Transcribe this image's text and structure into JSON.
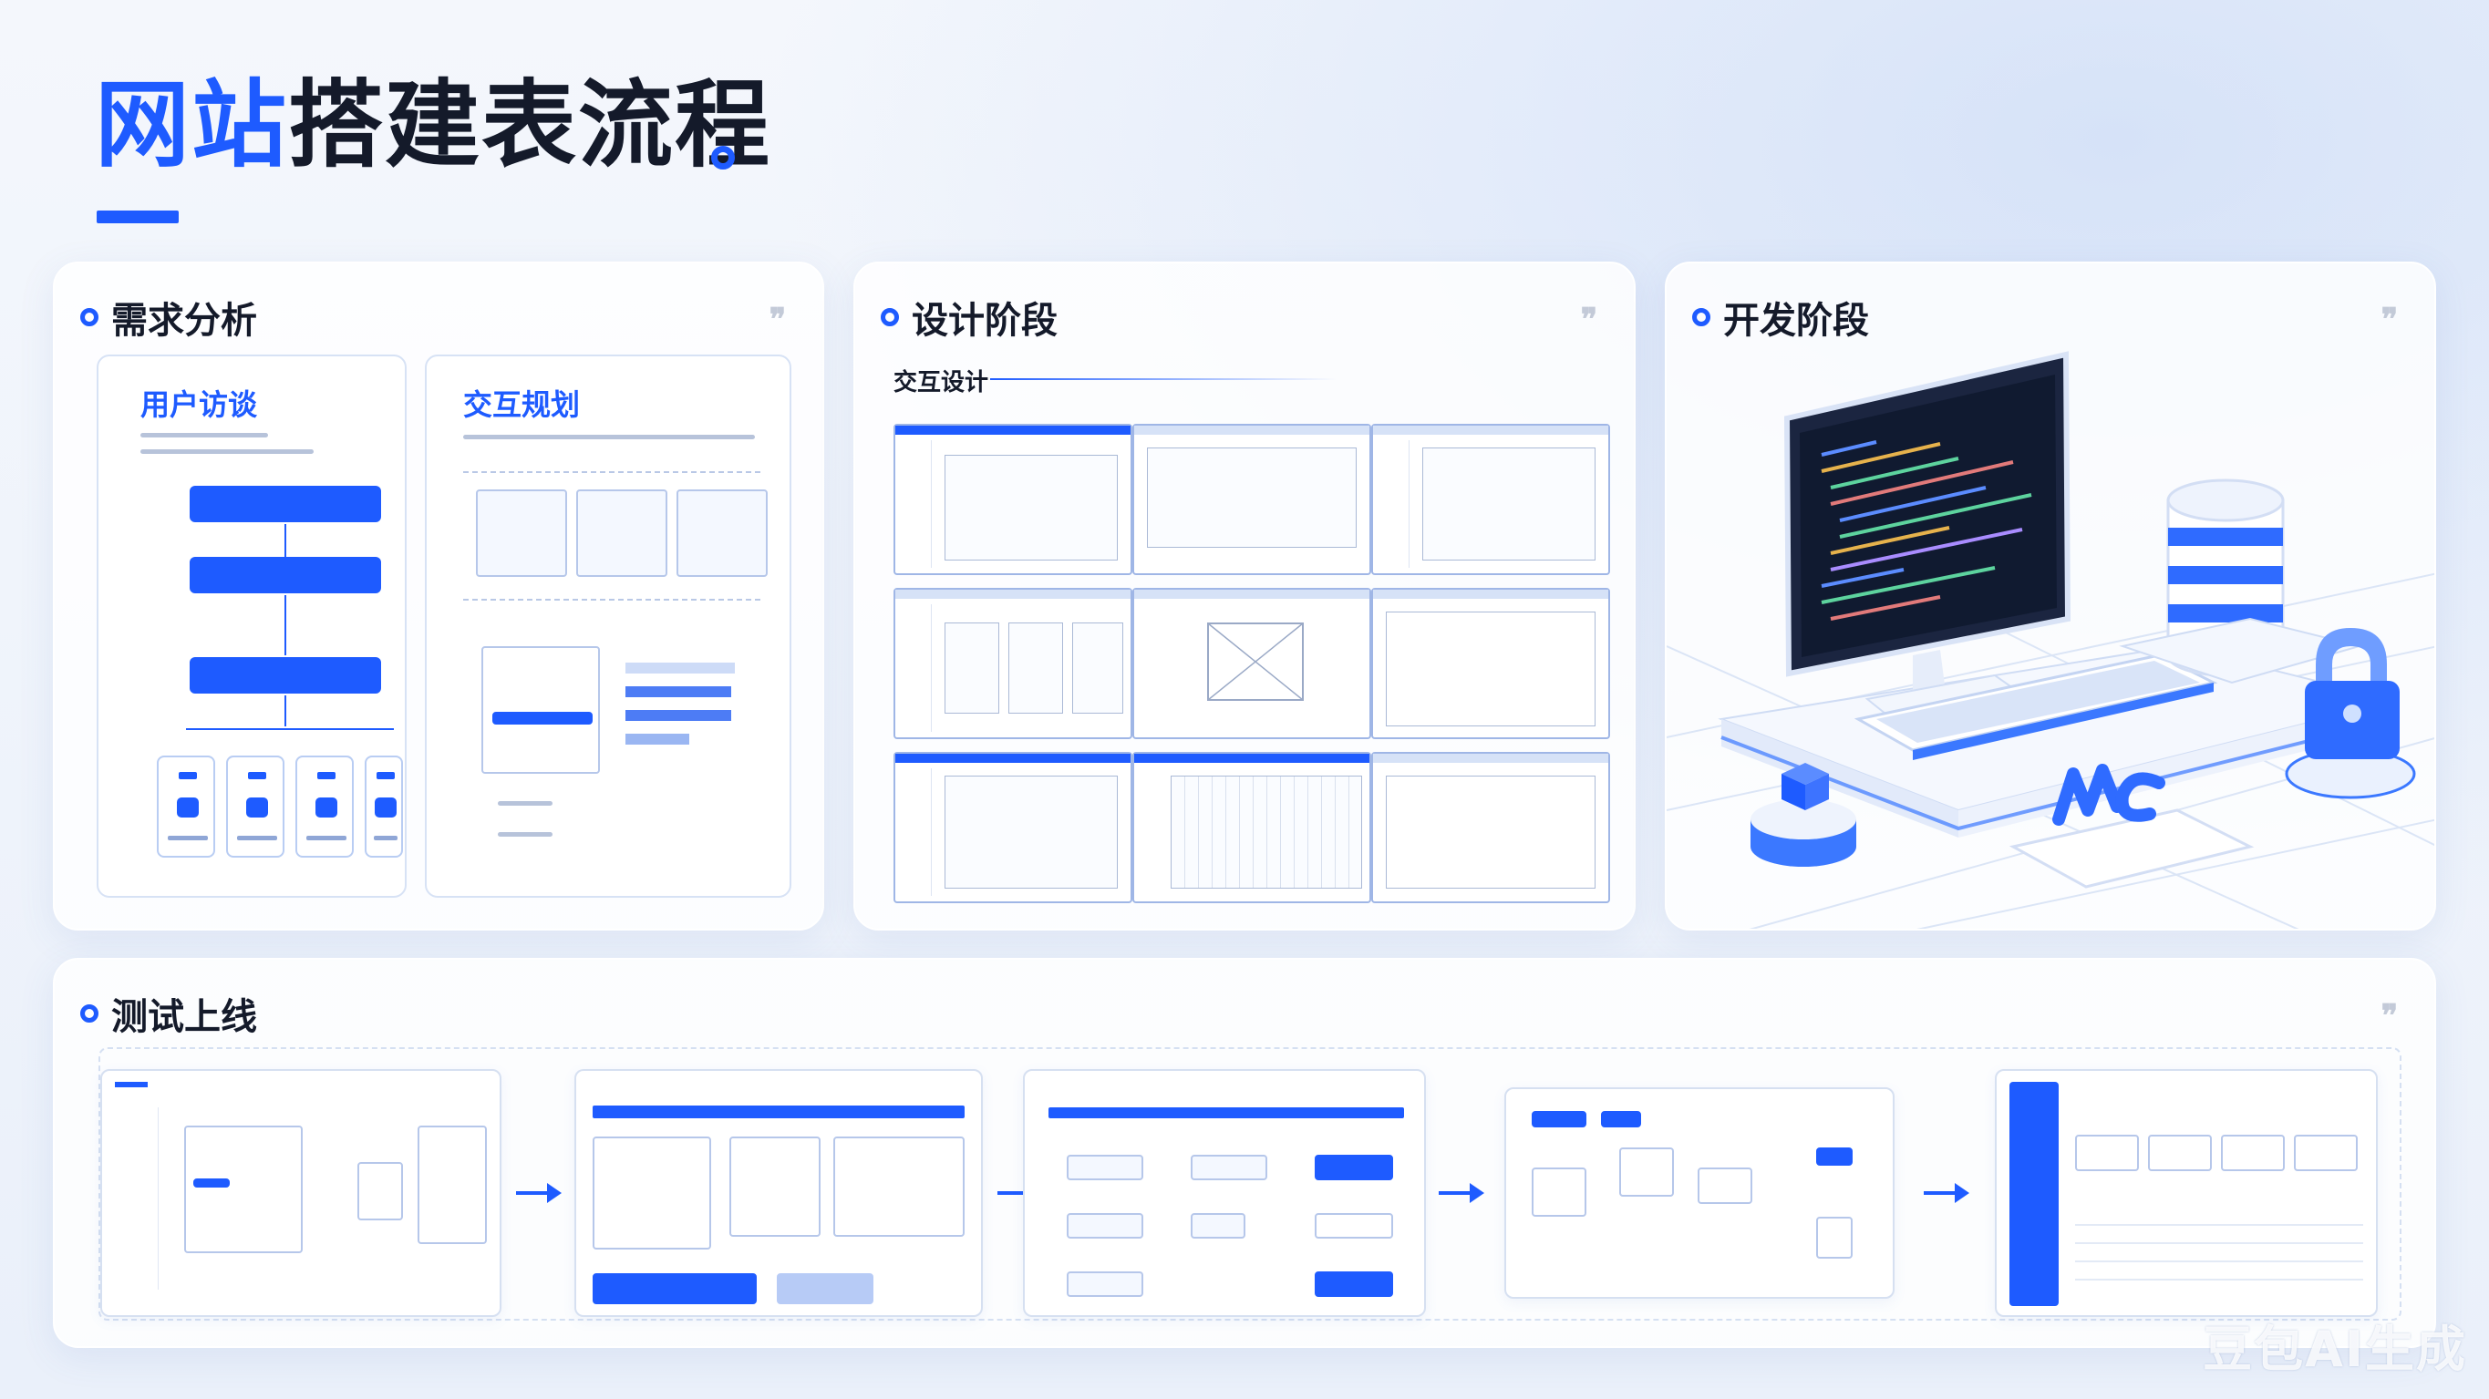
{
  "page": {
    "title_highlight": "网站",
    "title_rest": "搭建表流程",
    "watermark": "豆包AI生成"
  },
  "colors": {
    "accent": "#1e5bff",
    "text": "#141a2a",
    "panel_border": "#d7e2f5"
  },
  "sections": {
    "requirements": {
      "title": "需求分析",
      "user_interview": {
        "title": "用户访谈"
      },
      "interaction_planning": {
        "title": "交互规划"
      }
    },
    "design": {
      "title": "设计阶段",
      "subtitle": "交互设计"
    },
    "development": {
      "title": "开发阶段"
    },
    "testing": {
      "title": "测试上线"
    }
  },
  "icons": [
    "quote-icon",
    "monitor-icon",
    "keyboard-icon",
    "database-icon",
    "lock-icon",
    "w3c-logo-icon",
    "arrow-right-icon"
  ]
}
